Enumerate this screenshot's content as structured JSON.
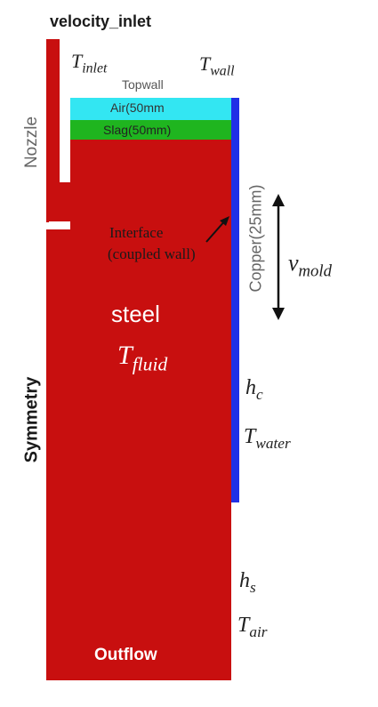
{
  "labels": {
    "velocity_inlet": "velocity_inlet",
    "nozzle": "Nozzle",
    "topwall": "Topwall",
    "air": "Air(50mm",
    "slag": "Slag(50mm)",
    "interface_line1": "Interface",
    "interface_line2": "(coupled wall)",
    "copper": "Copper(25mm)",
    "steel": "steel",
    "symmetry": "Symmetry",
    "outflow": "Outflow"
  },
  "symbols": {
    "t_inlet": {
      "base": "T",
      "sub": "inlet"
    },
    "t_wall": {
      "base": "T",
      "sub": "wall"
    },
    "v_mold": {
      "base": "v",
      "sub": "mold"
    },
    "t_fluid": {
      "base": "T",
      "sub": "fluid"
    },
    "h_c": {
      "base": "h",
      "sub": "c"
    },
    "t_water": {
      "base": "T",
      "sub": "water"
    },
    "h_s": {
      "base": "h",
      "sub": "s"
    },
    "t_air": {
      "base": "T",
      "sub": "air"
    }
  },
  "colors": {
    "steel": "#c80f0f",
    "air": "#33e6f2",
    "slag": "#1fb51f",
    "copper": "#2030e6",
    "text_on_red": "#ffffff",
    "text_dark": "#1a1a1a"
  }
}
